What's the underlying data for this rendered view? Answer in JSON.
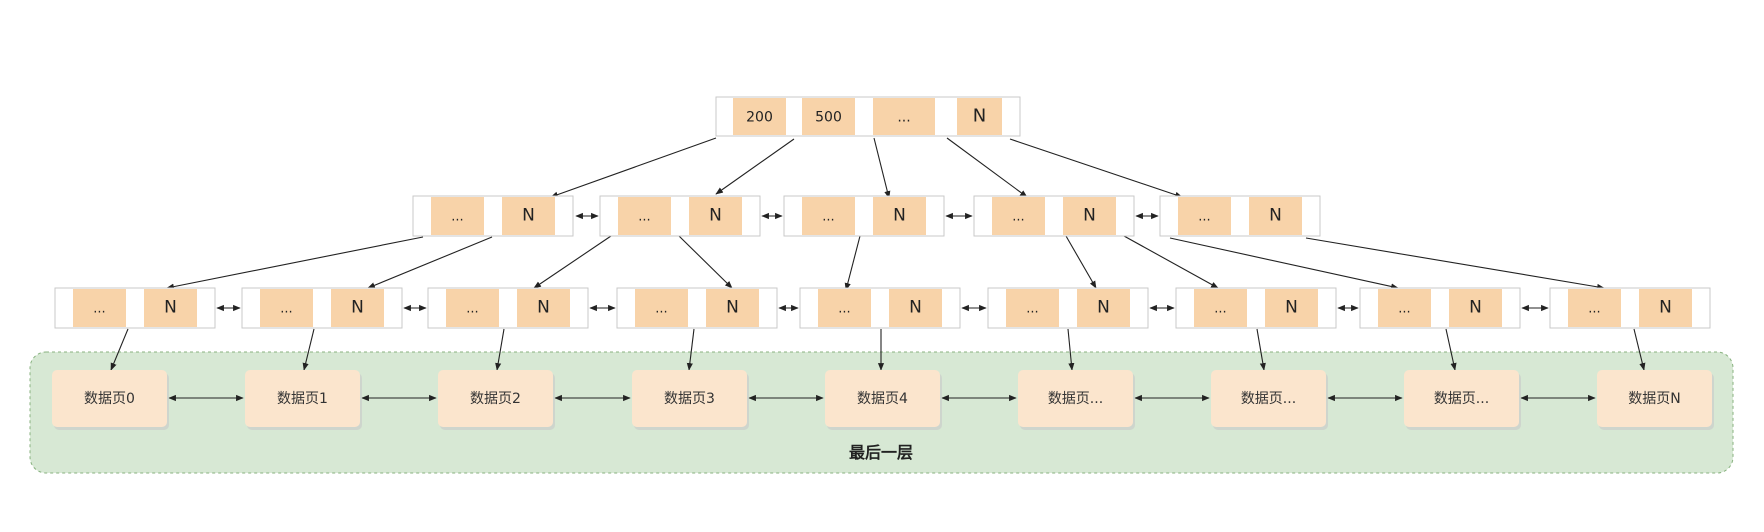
{
  "root": {
    "keys": [
      "200",
      "500",
      "...",
      "N"
    ]
  },
  "internal_nodes": [
    {
      "keys": [
        "...",
        "N"
      ]
    },
    {
      "keys": [
        "...",
        "N"
      ]
    },
    {
      "keys": [
        "...",
        "N"
      ]
    },
    {
      "keys": [
        "...",
        "N"
      ]
    },
    {
      "keys": [
        "...",
        "N"
      ]
    }
  ],
  "leaf_index_nodes": [
    {
      "keys": [
        "...",
        "N"
      ]
    },
    {
      "keys": [
        "...",
        "N"
      ]
    },
    {
      "keys": [
        "...",
        "N"
      ]
    },
    {
      "keys": [
        "...",
        "N"
      ]
    },
    {
      "keys": [
        "...",
        "N"
      ]
    },
    {
      "keys": [
        "...",
        "N"
      ]
    },
    {
      "keys": [
        "...",
        "N"
      ]
    },
    {
      "keys": [
        "...",
        "N"
      ]
    },
    {
      "keys": [
        "...",
        "N"
      ]
    }
  ],
  "data_pages": [
    "数据页0",
    "数据页1",
    "数据页2",
    "数据页3",
    "数据页4",
    "数据页...",
    "数据页...",
    "数据页...",
    "数据页N"
  ],
  "last_layer_label": "最后一层",
  "colors": {
    "key_fill": "#f8d3a9",
    "node_border": "#c9c9c9",
    "page_fill": "#fbe5cd",
    "layer_fill": "#d7e8d4",
    "layer_border": "#88b27f",
    "arrow": "#222222"
  }
}
